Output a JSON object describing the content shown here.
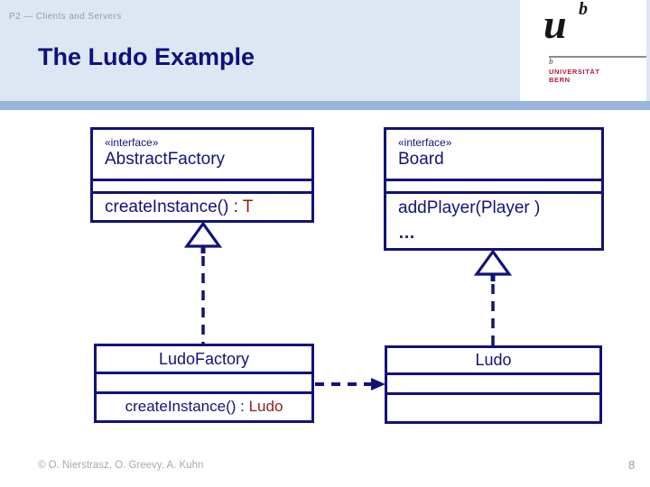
{
  "colors": {
    "navy": "#12127a",
    "maroon": "#8b1d1d",
    "header_bg": "#dde7f3",
    "header_band": "#97b5d8",
    "logo_red": "#b5173f",
    "footer_gray": "#a8a8a8"
  },
  "header": {
    "course_label": "P2 — Clients and Servers",
    "title": "The Ludo Example"
  },
  "logo": {
    "letter_u": "u",
    "letter_b": "b",
    "mark": "b",
    "university": "UNIVERSITÄT",
    "city": "BERN"
  },
  "diagram": {
    "abstract_factory": {
      "stereotype": "«interface»",
      "name": "AbstractFactory",
      "method": "createInstance() : ",
      "method_type": "T"
    },
    "board": {
      "stereotype": "«interface»",
      "name": "Board",
      "method_1": "addPlayer(Player )",
      "method_2": "…"
    },
    "ludo_factory": {
      "name": "LudoFactory",
      "method": "createInstance() : ",
      "method_type": "Ludo"
    },
    "ludo": {
      "name": "Ludo"
    }
  },
  "footer": {
    "copyright": "© O. Nierstrasz, O. Greevy, A. Kuhn",
    "page_number": "8"
  }
}
